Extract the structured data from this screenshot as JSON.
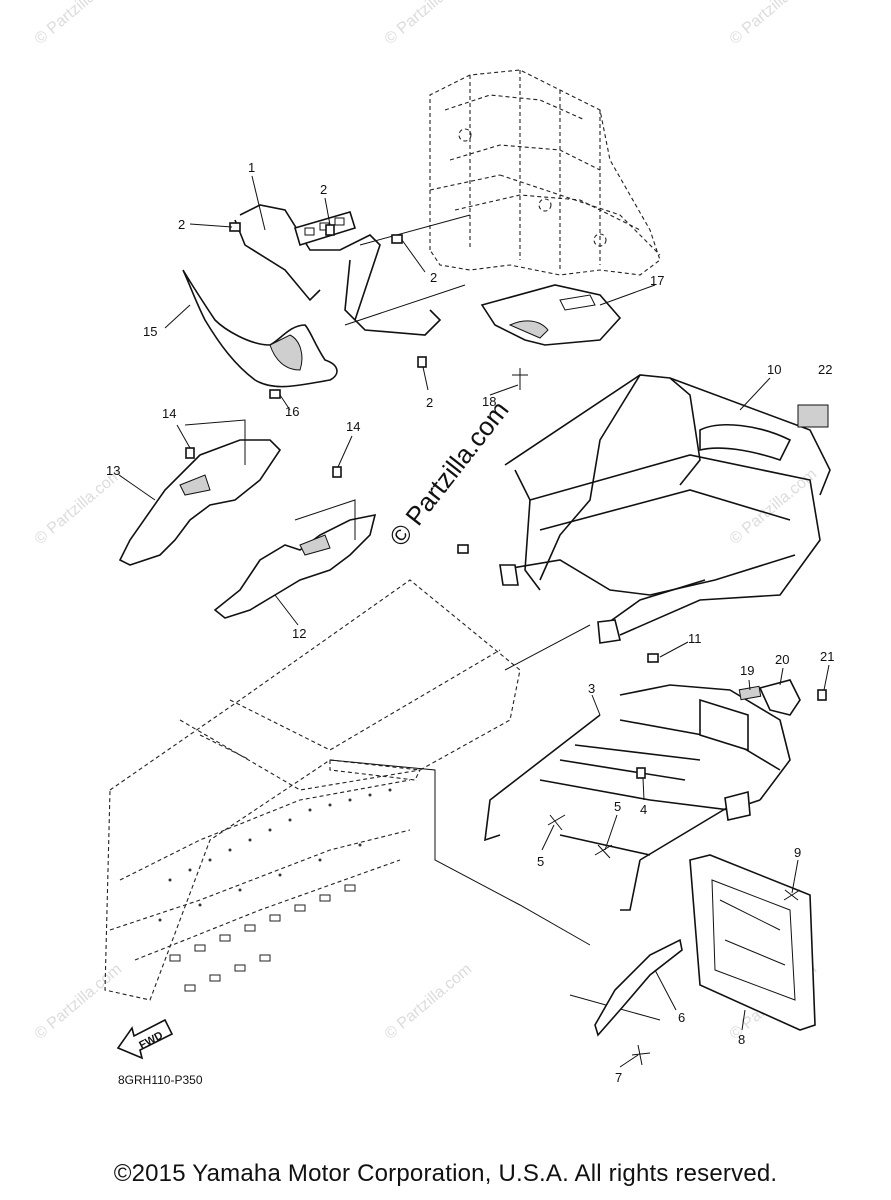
{
  "diagram": {
    "callouts": [
      "1",
      "2",
      "2",
      "2",
      "2",
      "3",
      "4",
      "5",
      "5",
      "6",
      "7",
      "8",
      "9",
      "10",
      "11",
      "12",
      "13",
      "14",
      "14",
      "15",
      "16",
      "17",
      "18",
      "19",
      "20",
      "21",
      "22"
    ],
    "diagram_code": "8GRH110-P350",
    "fwd_label": "FWD",
    "watermark_small": "© Partzilla.com",
    "watermark_large": "© Partzilla.com"
  },
  "footer": {
    "copyright": "©2015  Yamaha Motor Corporation, U.S.A. All rights reserved."
  }
}
